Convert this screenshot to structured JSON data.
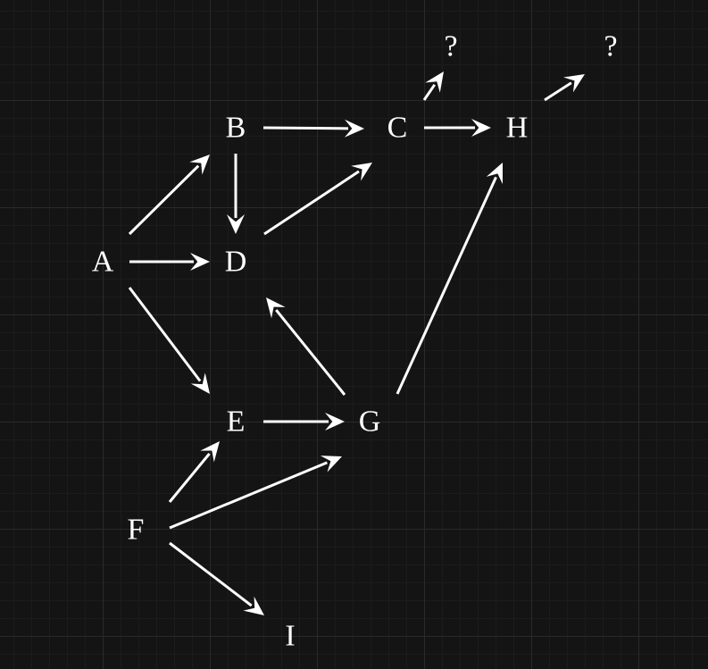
{
  "diagram": {
    "colors": {
      "background": "#141414",
      "foreground": "#ffffff"
    },
    "nodes": [
      {
        "id": "A",
        "label": "A"
      },
      {
        "id": "B",
        "label": "B"
      },
      {
        "id": "C",
        "label": "C"
      },
      {
        "id": "D",
        "label": "D"
      },
      {
        "id": "E",
        "label": "E"
      },
      {
        "id": "F",
        "label": "F"
      },
      {
        "id": "G",
        "label": "G"
      },
      {
        "id": "H",
        "label": "H"
      },
      {
        "id": "I",
        "label": "I"
      },
      {
        "id": "Q1",
        "label": "?"
      },
      {
        "id": "Q2",
        "label": "?"
      }
    ],
    "edges": [
      {
        "from": "A",
        "to": "B"
      },
      {
        "from": "A",
        "to": "D"
      },
      {
        "from": "A",
        "to": "E"
      },
      {
        "from": "B",
        "to": "C"
      },
      {
        "from": "B",
        "to": "D"
      },
      {
        "from": "D",
        "to": "C"
      },
      {
        "from": "C",
        "to": "H"
      },
      {
        "from": "C",
        "to": "Q1"
      },
      {
        "from": "H",
        "to": "Q2"
      },
      {
        "from": "E",
        "to": "G"
      },
      {
        "from": "G",
        "to": "D"
      },
      {
        "from": "G",
        "to": "H"
      },
      {
        "from": "F",
        "to": "E"
      },
      {
        "from": "F",
        "to": "G"
      },
      {
        "from": "F",
        "to": "I"
      }
    ]
  }
}
